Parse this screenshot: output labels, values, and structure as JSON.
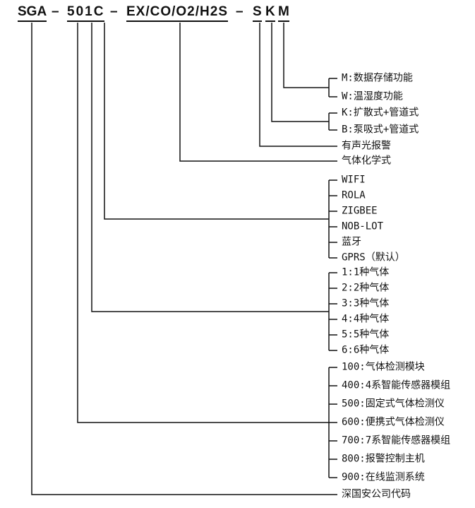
{
  "model_code": {
    "company": "SGA",
    "dash": "–",
    "series": "501C",
    "gases": "EX/CO/O2/H2S",
    "suffix_s": "S",
    "suffix_k": "K",
    "suffix_m": "M"
  },
  "legend": {
    "storage": [
      "M:数据存储功能",
      "W:温湿度功能"
    ],
    "sampling": [
      "K:扩散式+管道式",
      "B:泵吸式+管道式"
    ],
    "alarm": "有声光报警",
    "formula": "气体化学式",
    "comm": [
      "WIFI",
      "ROLA",
      "ZIGBEE",
      "NOB-LOT",
      "蓝牙",
      "GPRS（默认）"
    ],
    "gas_count": [
      "1:1种气体",
      "2:2种气体",
      "3:3种气体",
      "4:4种气体",
      "5:5种气体",
      "6:6种气体"
    ],
    "series": [
      "100:气体检测模块",
      "400:4系智能传感器模组",
      "500:固定式气体检测仪",
      "600:便携式气体检测仪",
      "700:7系智能传感器模组",
      "800:报警控制主机",
      "900:在线监测系统"
    ],
    "company_label": "深国安公司代码"
  },
  "colors": {
    "line": "#111111",
    "text": "#111111",
    "background": "#ffffff"
  }
}
